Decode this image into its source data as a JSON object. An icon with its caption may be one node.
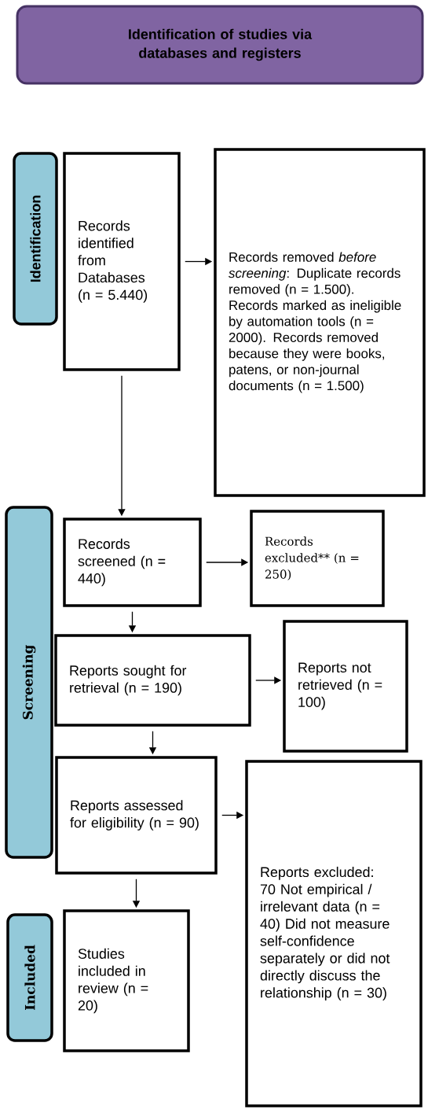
{
  "diagram": {
    "nodes": [
      {
        "text": [
          "Identification of studies via databases and registers"
        ]
      },
      {
        "text": [
          "Identification"
        ]
      },
      {
        "text": [
          "Records identified from Databases (n = 5.440)"
        ]
      },
      {
        "text": [
          "Records removed *before screening*: Duplicate records removed (n = 1.500). Records marked as ineligible by automation tools (n = 2000). Records removed because they were books, patens, or non-journal documents (n = 1.500)"
        ]
      },
      {
        "text": [
          "Screening"
        ]
      },
      {
        "text": [
          "Records screened (n = 440)"
        ]
      },
      {
        "text": [
          "Records excluded** (n = 250)"
        ]
      },
      {
        "text": [
          "Reports sought for retrieval (n = 190)"
        ]
      },
      {
        "text": [
          "Reports not retrieved (n = 100)"
        ]
      },
      {
        "text": [
          "Reports assessed for eligibility (n = 90)"
        ]
      },
      {
        "text": [
          "Reports excluded: 70 Not empirical / irrelevant data (n = 40) Did not measure self-confidence separately or did not directly discuss the relationship (n = 30)"
        ]
      },
      {
        "text": [
          "Included"
        ]
      },
      {
        "text": [
          "Studies included in review (n = 20)"
        ]
      }
    ],
    "edges": [
      {
        "from": 2,
        "to": 3,
        "arrow": "to"
      },
      {
        "from": 2,
        "to": 5,
        "arrow": "to"
      },
      {
        "from": 5,
        "to": 6,
        "arrow": "to"
      },
      {
        "from": 5,
        "to": 7,
        "arrow": "to"
      },
      {
        "from": 7,
        "to": 8,
        "arrow": "to"
      },
      {
        "from": 7,
        "to": 9,
        "arrow": "to"
      },
      {
        "from": 9,
        "to": 10,
        "arrow": "to"
      },
      {
        "from": 9,
        "to": 12,
        "arrow": "to"
      }
    ]
  }
}
